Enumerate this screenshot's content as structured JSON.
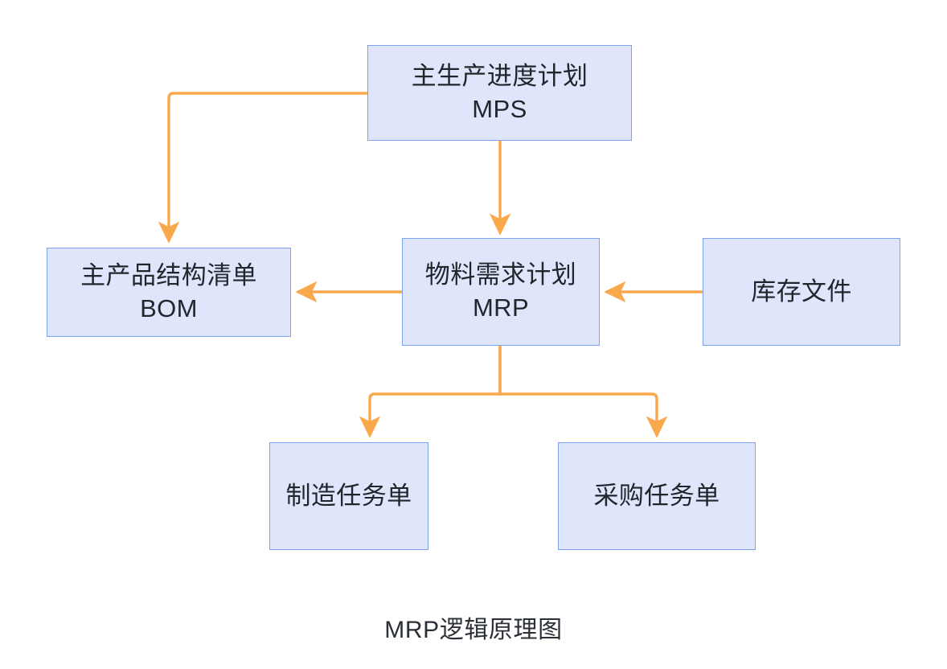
{
  "diagram": {
    "caption": "MRP逻辑原理图",
    "accent_color": "#f9a94b",
    "node_fill": "#dfe6fb",
    "node_border": "#7ba3f0",
    "text_color": "#22262c",
    "background": "#ffffff",
    "nodes": [
      {
        "id": "mps",
        "line1": "主生产进度计划",
        "line2": "MPS"
      },
      {
        "id": "bom",
        "line1": "主产品结构清单",
        "line2": "BOM"
      },
      {
        "id": "mrp",
        "line1": "物料需求计划",
        "line2": "MRP"
      },
      {
        "id": "inventory",
        "line1": "库存文件",
        "line2": ""
      },
      {
        "id": "manufacturing_order",
        "line1": "制造任务单",
        "line2": ""
      },
      {
        "id": "purchase_order",
        "line1": "采购任务单",
        "line2": ""
      }
    ],
    "edges": [
      {
        "id": "mps-to-bom",
        "from": "mps",
        "to": "bom",
        "style": "elbow-left-down"
      },
      {
        "id": "mps-to-mrp",
        "from": "mps",
        "to": "mrp",
        "style": "straight-down"
      },
      {
        "id": "mrp-to-bom",
        "from": "mrp",
        "to": "bom",
        "style": "straight-left"
      },
      {
        "id": "inventory-to-mrp",
        "from": "inventory",
        "to": "mrp",
        "style": "straight-left"
      },
      {
        "id": "mrp-to-manu",
        "from": "mrp",
        "to": "manufacturing_order",
        "style": "branch-down-left"
      },
      {
        "id": "mrp-to-purchase",
        "from": "mrp",
        "to": "purchase_order",
        "style": "branch-down-right"
      }
    ]
  }
}
